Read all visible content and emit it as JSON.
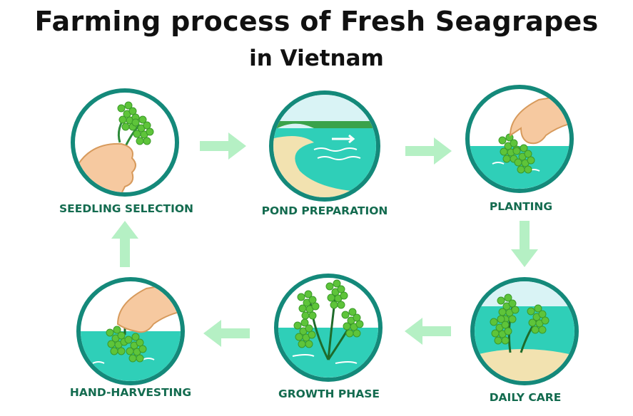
{
  "title": {
    "line1": "Farming process of Fresh Seagrapes",
    "line2": "in Vietnam"
  },
  "steps": [
    {
      "label": "SEEDLING SELECTION",
      "icon": "hand-holding-seagrapes-icon"
    },
    {
      "label": "POND PREPARATION",
      "icon": "pond-icon"
    },
    {
      "label": "PLANTING",
      "icon": "hand-planting-icon"
    },
    {
      "label": "DAILY CARE",
      "icon": "seagrapes-in-water-icon"
    },
    {
      "label": "GROWTH PHASE",
      "icon": "growing-seagrapes-icon"
    },
    {
      "label": "HAND-HARVESTING",
      "icon": "hand-harvesting-icon"
    }
  ],
  "colors": {
    "ring": "#14897a",
    "label": "#136b4f",
    "arrow": "#b5f0c4",
    "water": "#2fcfb8",
    "grape": "#5ec43a",
    "skin": "#f6c9a0",
    "sand": "#f2e2b0"
  }
}
